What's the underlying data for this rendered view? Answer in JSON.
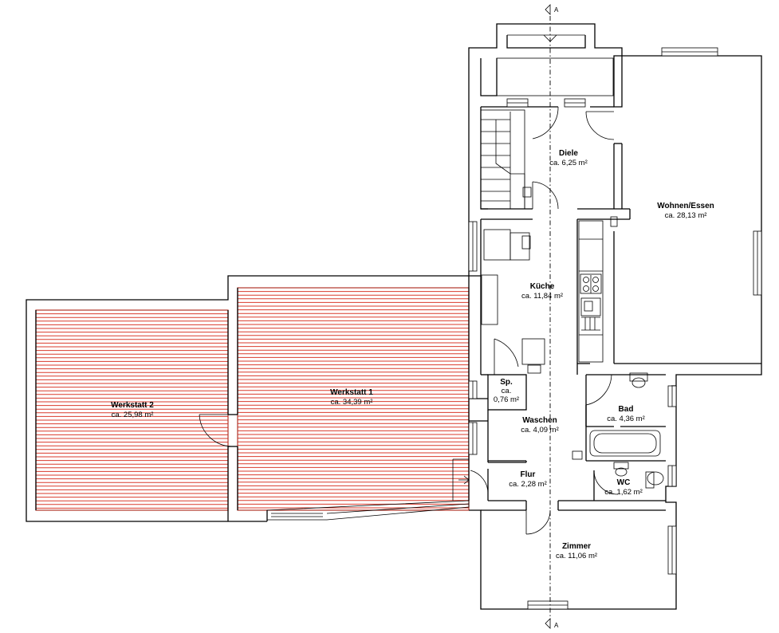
{
  "section_marker": {
    "label": "A"
  },
  "rooms": [
    {
      "id": "diele",
      "name": "Diele",
      "area": "ca. 6,25 m²"
    },
    {
      "id": "wohnen",
      "name": "Wohnen/Essen",
      "area": "ca. 28,13 m²"
    },
    {
      "id": "kueche",
      "name": "Küche",
      "area": "ca. 11,84 m²"
    },
    {
      "id": "werkstatt1",
      "name": "Werkstatt 1",
      "area": "ca. 34,39 m²"
    },
    {
      "id": "werkstatt2",
      "name": "Werkstatt 2",
      "area": "ca. 25,98 m²"
    },
    {
      "id": "speis",
      "name": "Sp.",
      "area_line1": "ca.",
      "area_line2": "0,76 m²"
    },
    {
      "id": "bad",
      "name": "Bad",
      "area": "ca. 4,36 m²"
    },
    {
      "id": "waschen",
      "name": "Waschen",
      "area": "ca. 4,09 m²"
    },
    {
      "id": "flur",
      "name": "Flur",
      "area": "ca. 2,28 m²"
    },
    {
      "id": "wc",
      "name": "WC",
      "area": "ca. 1,62 m²"
    },
    {
      "id": "zimmer",
      "name": "Zimmer",
      "area": "ca. 11,06 m²"
    }
  ],
  "colors": {
    "wall": "#000000",
    "workshop_hatch": "#d93a2b",
    "background": "#ffffff"
  }
}
